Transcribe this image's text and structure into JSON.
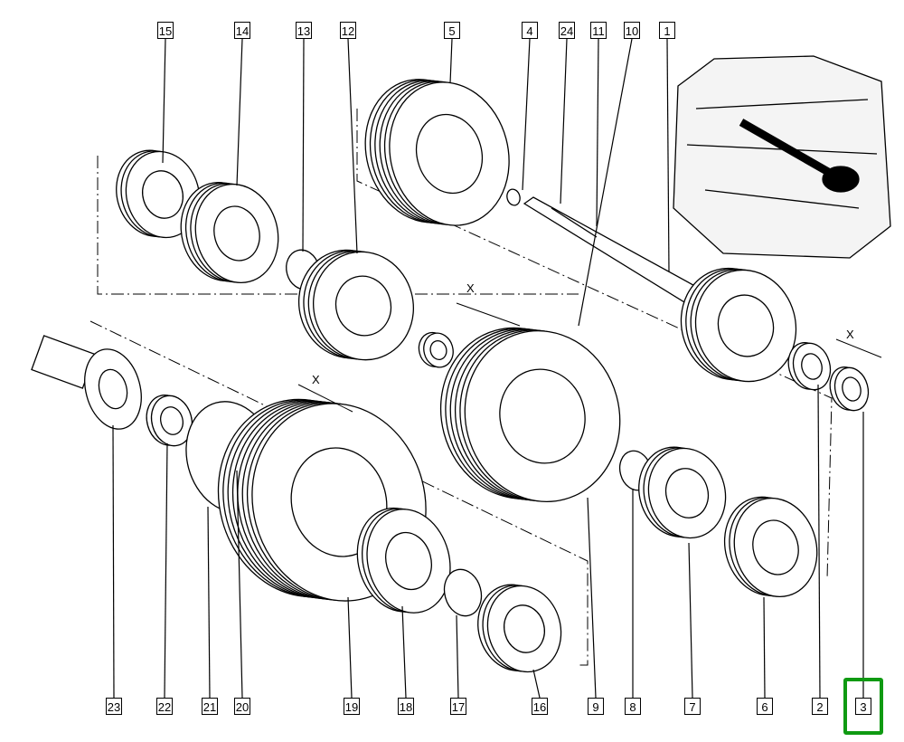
{
  "diagram": {
    "title": "",
    "part_labels": [
      "15",
      "14",
      "13",
      "12",
      "5",
      "4",
      "24",
      "11",
      "10",
      "1",
      "23",
      "22",
      "21",
      "20",
      "19",
      "18",
      "17",
      "16",
      "9",
      "8",
      "7",
      "6",
      "2",
      "3"
    ],
    "dimension_marker": "X",
    "selected_part": "3",
    "highlight_color": "#0f9a12"
  }
}
